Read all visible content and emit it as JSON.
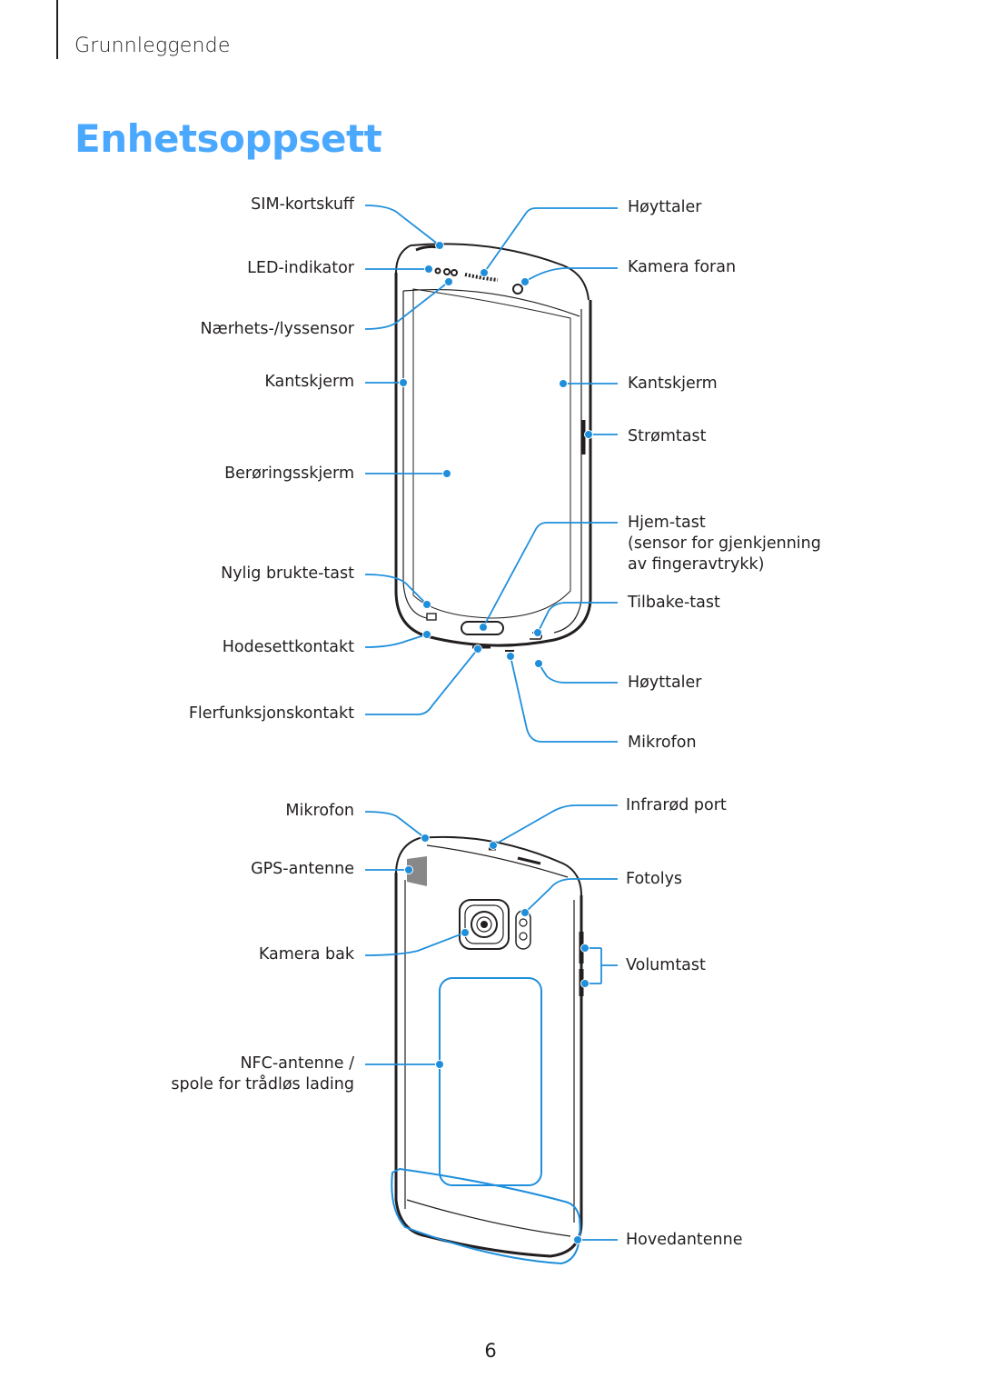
{
  "header": {
    "section": "Grunnleggende"
  },
  "title": "Enhetsoppsett",
  "front": {
    "left": {
      "sim": "SIM-kortskuff",
      "led": "LED-indikator",
      "proximity": "Nærhets-/lyssensor",
      "edge": "Kantskjerm",
      "touch": "Berøringsskjerm",
      "recent": "Nylig brukte-tast",
      "headset": "Hodesettkontakt",
      "multipurpose": "Flerfunksjonskontakt"
    },
    "right": {
      "speaker_top": "Høyttaler",
      "front_camera": "Kamera foran",
      "edge": "Kantskjerm",
      "power": "Strømtast",
      "home_line1": "Hjem-tast",
      "home_line2": "(sensor for gjenkjenning",
      "home_line3": "av fingeravtrykk)",
      "back_key": "Tilbake-tast",
      "speaker_bottom": "Høyttaler",
      "mic": "Mikrofon"
    }
  },
  "back": {
    "left": {
      "mic": "Mikrofon",
      "gps": "GPS-antenne",
      "rear_camera": "Kamera bak",
      "nfc_line1": "NFC-antenne /",
      "nfc_line2": "spole for trådløs lading"
    },
    "right": {
      "ir": "Infrarød port",
      "flash": "Fotolys",
      "volume": "Volumtast",
      "main_antenna": "Hovedantenne"
    }
  },
  "colors": {
    "accent": "#4aa8ff",
    "callout": "#1f8fdc",
    "text": "#231f20"
  },
  "page_number": "6"
}
